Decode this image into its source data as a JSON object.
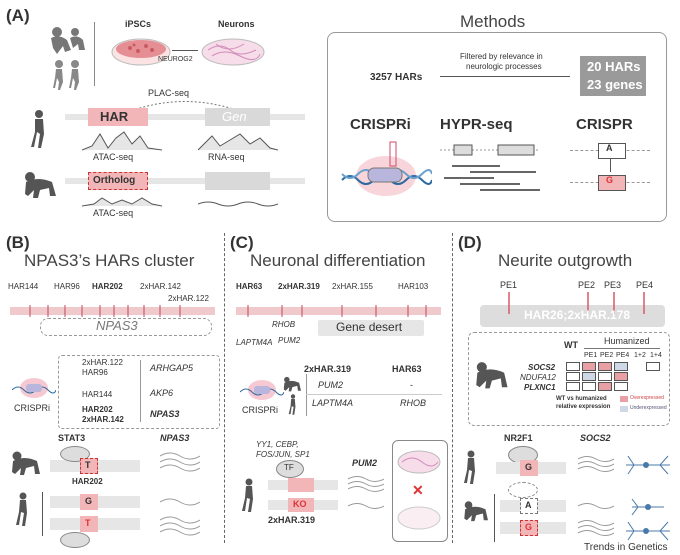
{
  "panelA": {
    "letter": "(A)",
    "ipsc_label": "iPSCs",
    "neuron_label": "Neurons",
    "neurog2": "NEUROG2",
    "plac_seq": "PLAC-seq",
    "har": "HAR",
    "gen": "Gen",
    "atac1": "ATAC-seq",
    "rna": "RNA-seq",
    "ortholog": "Ortholog",
    "atac2": "ATAC-seq"
  },
  "methods": {
    "title": "Methods",
    "hars_count": "3257 HARs",
    "filter_text_1": "Filtered by relevance in",
    "filter_text_2": "neurologic processes",
    "result_1": "20 HARs",
    "result_2": "23 genes",
    "crispri": "CRISPRi",
    "hypr": "HYPR-seq",
    "crispr": "CRISPR",
    "allele_a": "A",
    "allele_g": "G"
  },
  "panelB": {
    "letter": "(B)",
    "title": "NPAS3’s HARs cluster",
    "har144": "HAR144",
    "har96": "HAR96",
    "har202": "HAR202",
    "x142": "2xHAR.142",
    "x122": "2xHAR.122",
    "gene": "NPAS3",
    "rows": [
      {
        "hars": "2xHAR.122\nHAR96",
        "gene": "ARHGAP5"
      },
      {
        "hars": "HAR144",
        "gene": "AKP6"
      },
      {
        "hars": "HAR202\n2xHAR.142",
        "gene": "NPAS3"
      }
    ],
    "crispri": "CRISPRi",
    "stat3": "STAT3",
    "allele_t": "T",
    "har202_label": "HAR202",
    "npas3_col": "NPAS3",
    "allele_g": "G",
    "allele_t2": "T"
  },
  "panelC": {
    "letter": "(C)",
    "title": "Neuronal differentiation",
    "har63": "HAR63",
    "x319": "2xHAR.319",
    "x155": "2xHAR.155",
    "har103": "HAR103",
    "rhob": "RHOB",
    "laptm4a": "LAPTM4A",
    "pum2": "PUM2",
    "gene_desert": "Gene desert",
    "col1": "2xHAR.319",
    "col2": "HAR63",
    "r1c1": "PUM2",
    "r1c2": "-",
    "r2c1": "LAPTM4A",
    "r2c2": "RHOB",
    "crispri": "CRISPRi",
    "tfs": "YY1, CEBP,\nFOS/JUN, SP1",
    "tf": "TF",
    "pum2_col": "PUM2",
    "ko": "KO",
    "x319_bottom": "2xHAR.319"
  },
  "panelD": {
    "letter": "(D)",
    "title": "Neurite outgrowth",
    "pe1": "PE1",
    "pe2": "PE2",
    "pe3": "PE3",
    "pe4": "PE4",
    "har26": "HAR26;2xHAR.178",
    "wt": "WT",
    "humanized": "Humanized",
    "cols": [
      "PE1",
      "PE2",
      "PE4",
      "1+2",
      "1+4"
    ],
    "genes": [
      "SOCS2",
      "NDUFA12",
      "PLXNC1"
    ],
    "legend_title": "WT vs humanized\nrelative expression",
    "legend_over": "Overexpressed",
    "legend_under": "Underexpressed",
    "nr2f1": "NR2F1",
    "socs2": "SOCS2",
    "allele_g": "G",
    "allele_a": "A",
    "allele_g2": "G",
    "colors": {
      "over": "#e8a0a4",
      "under": "#cfd8e6"
    }
  },
  "footer": "Trends in Genetics"
}
